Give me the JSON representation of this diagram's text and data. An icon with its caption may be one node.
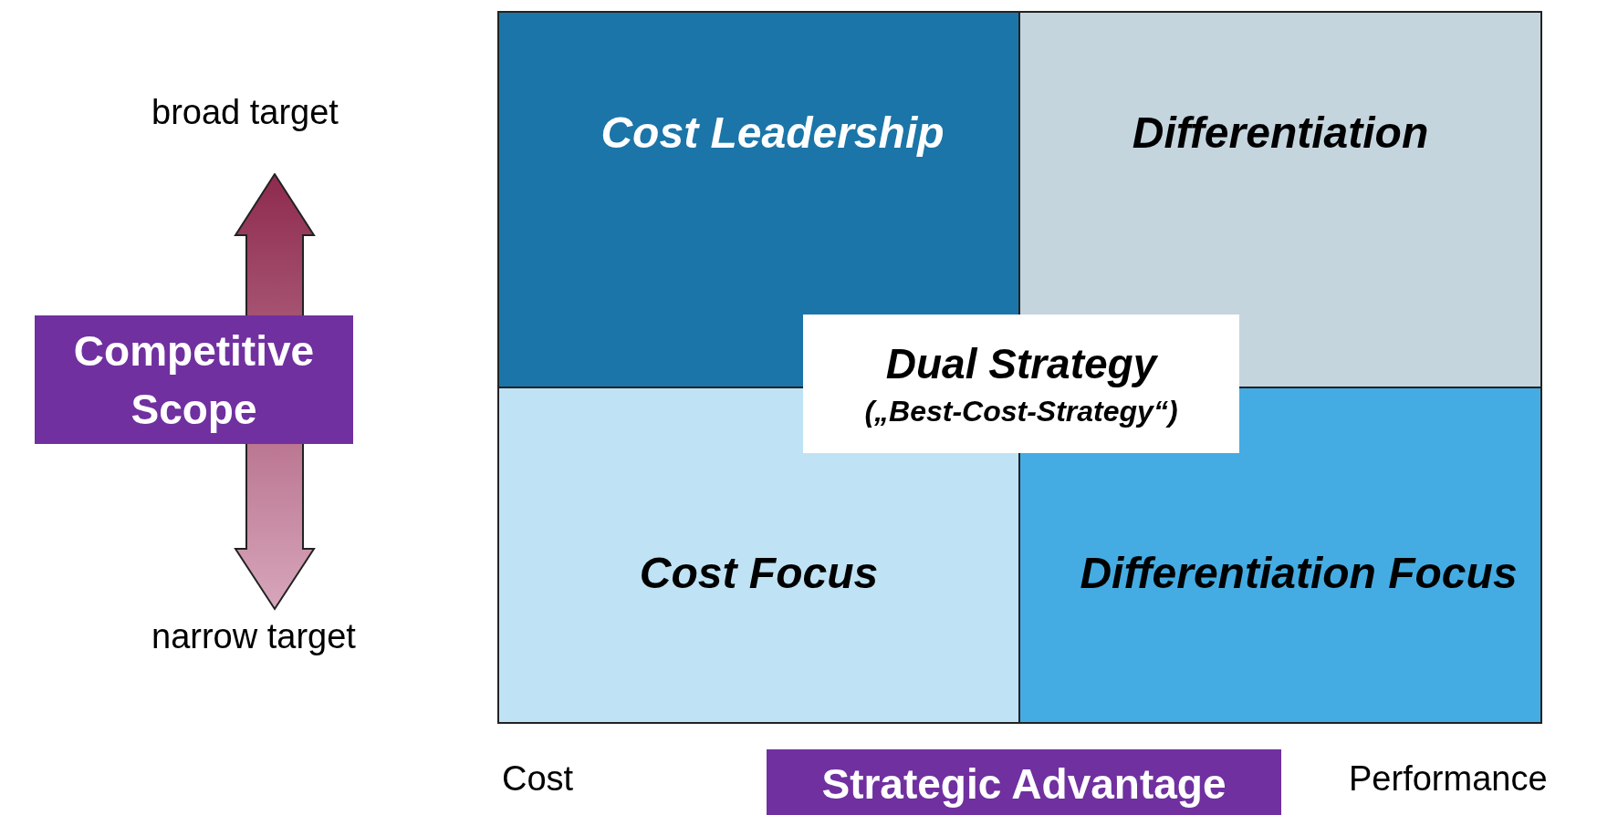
{
  "diagram": {
    "nodes": [
      {
        "text": [
          "Cost Leadership"
        ]
      },
      {
        "text": [
          "Differentiation"
        ]
      },
      {
        "text": [
          "Cost Focus"
        ]
      },
      {
        "text": [
          "Differentiation Focus"
        ]
      },
      {
        "text": [
          "Dual Strategy",
          "(„Best-Cost-Strategy“)"
        ]
      },
      {
        "text": [
          "Competitive Scope"
        ]
      },
      {
        "text": [
          "Strategic Advantage"
        ]
      }
    ],
    "labels": [
      "broad target",
      "narrow target",
      "Cost",
      "Performance"
    ]
  }
}
